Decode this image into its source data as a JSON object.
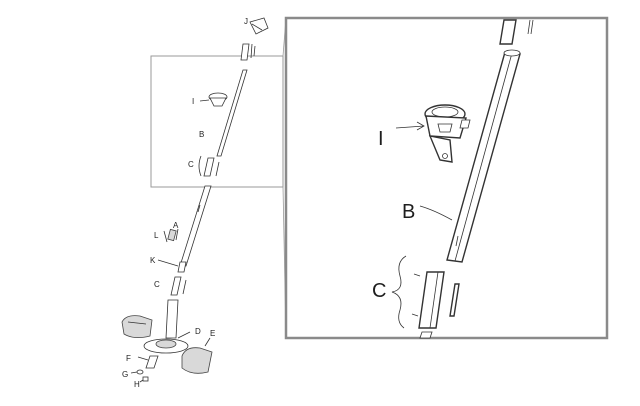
{
  "diagram": {
    "labels": {
      "J": "J",
      "I": "I",
      "B": "B",
      "C_upper": "C",
      "A": "A",
      "L": "L",
      "K": "K",
      "C_lower": "C",
      "D": "D",
      "E": "E",
      "F": "F",
      "G": "G",
      "H": "H"
    },
    "zoom_labels": {
      "I": "I",
      "B": "B",
      "C": "C"
    },
    "colors": {
      "line": "#333333",
      "zoom_border": "#8a8a8a",
      "highlight_border": "#9a9a9a",
      "part_gray": "#d9d9d9"
    }
  }
}
